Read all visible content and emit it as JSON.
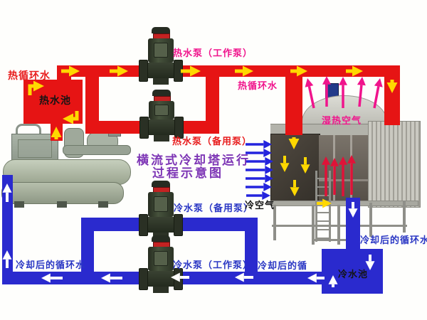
{
  "title": {
    "line1": "横流式冷却塔运行",
    "line2": "过程示意图",
    "color": "#7d35b5"
  },
  "labels": {
    "hot_circulating_top": {
      "text": "热循环水",
      "color": "#e81c1c"
    },
    "hot_water_pool": {
      "text": "热水池",
      "color": "#141414"
    },
    "hot_pump_working": {
      "text": "热水泵（工作泵）",
      "color": "#f0148c"
    },
    "hot_circulating_right": {
      "text": "热循环水",
      "color": "#f0148c"
    },
    "hot_pump_backup": {
      "text": "热水泵（备用泵）",
      "color": "#e81c1c"
    },
    "wet_hot_air": {
      "text": "湿热空气",
      "color": "#f0148c"
    },
    "cold_pump_backup": {
      "text": "冷水泵（备用泵）",
      "color": "#2936c4"
    },
    "cold_pump_working": {
      "text": "冷水泵（工作泵）",
      "color": "#2936c4"
    },
    "cold_air": {
      "text": "冷空气",
      "color": "#141414"
    },
    "cooled_water_left": {
      "text": "冷却后的循环水",
      "color": "#2936c4"
    },
    "cooled_water_mid": {
      "text": "冷却后的循",
      "color": "#2936c4"
    },
    "cooled_water_right": {
      "text": "冷却后的循环水",
      "color": "#2936c4"
    },
    "cold_water_pool": {
      "text": "冷水池",
      "color": "#141414"
    }
  },
  "colors": {
    "hot_pipe": "#e61414",
    "cold_pipe": "#2a2ace",
    "hot_flow_arrow": "#ffd800",
    "cold_flow_arrow": "#ffffff",
    "air_in_arrow": "#2424dd",
    "air_out_arrow": "#f0148c",
    "water_rise_arrow": "#e01238"
  }
}
